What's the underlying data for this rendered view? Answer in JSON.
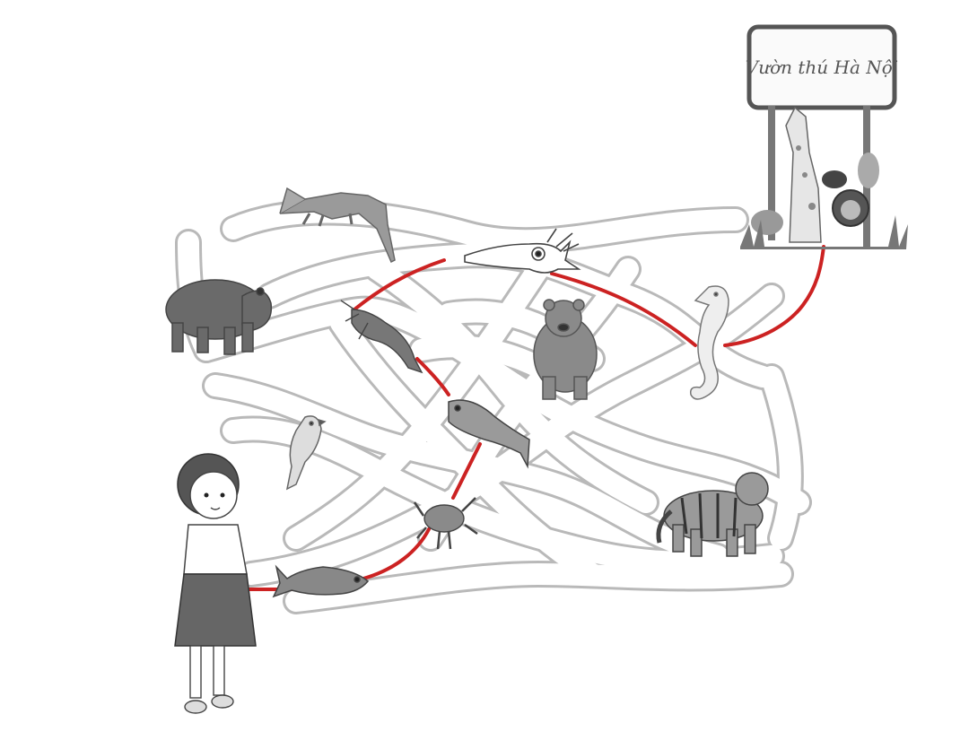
{
  "sign": {
    "text": "Vườn thú Hà Nội"
  },
  "route_color": "#cc2222",
  "animals": [
    {
      "name": "crocodile",
      "on_route": false
    },
    {
      "name": "squid",
      "on_route": true
    },
    {
      "name": "hippopotamus",
      "on_route": false
    },
    {
      "name": "shrimp",
      "on_route": true
    },
    {
      "name": "bear",
      "on_route": false
    },
    {
      "name": "seahorse",
      "on_route": true
    },
    {
      "name": "fish",
      "on_route": true
    },
    {
      "name": "bird",
      "on_route": false
    },
    {
      "name": "crab",
      "on_route": true
    },
    {
      "name": "tiger",
      "on_route": false
    },
    {
      "name": "salmon",
      "on_route": true
    }
  ],
  "route_order": [
    "girl",
    "salmon",
    "crab",
    "fish",
    "shrimp",
    "squid",
    "seahorse",
    "zoo-gate"
  ]
}
